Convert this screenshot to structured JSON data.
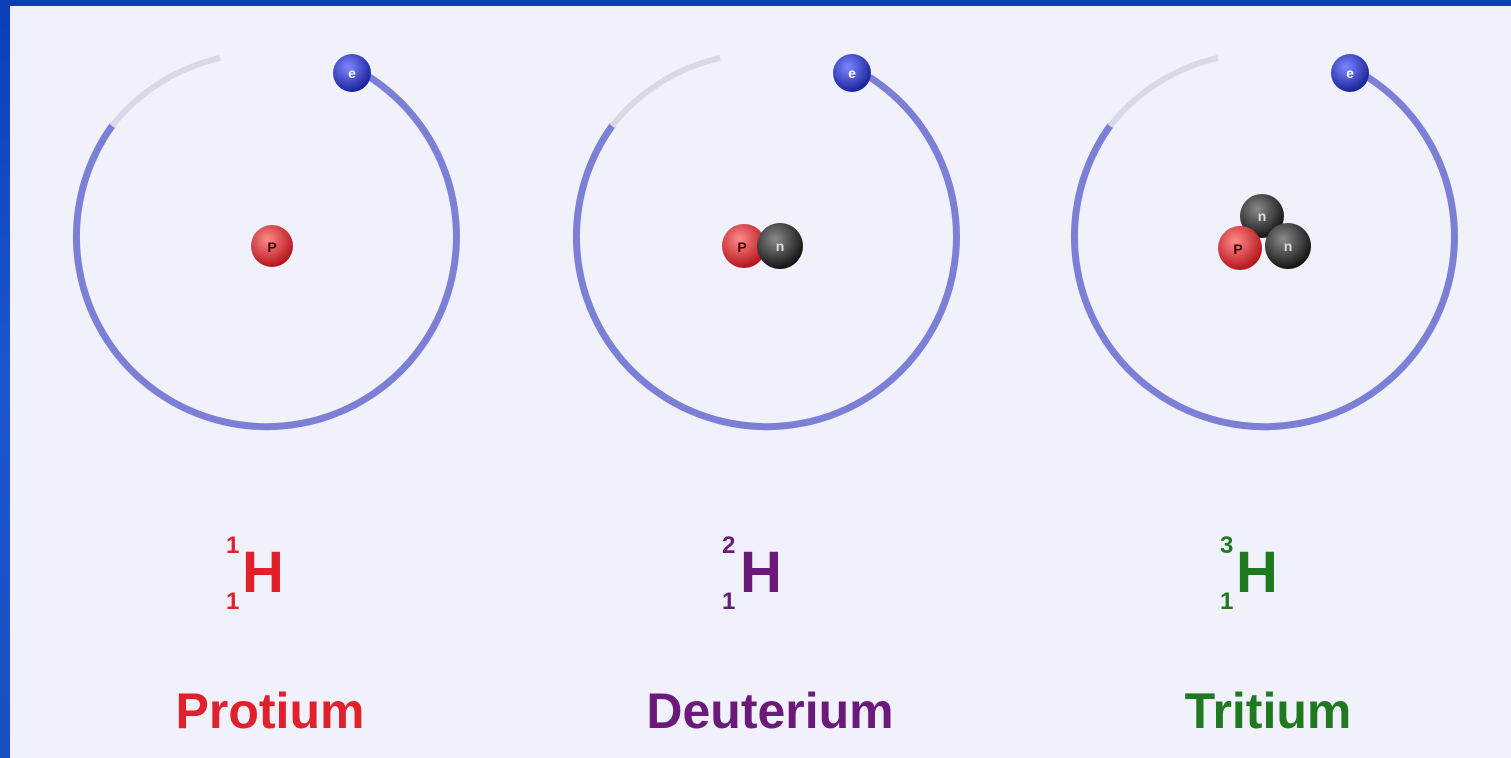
{
  "colors": {
    "protium": "#e0202a",
    "deuterium": "#6b1a7a",
    "tritium": "#1f7a1f",
    "orbit": "#7b7fd6",
    "electron": "#2a35c8",
    "proton": "#d9232b",
    "neutron": "#2f2f2f"
  },
  "particle_labels": {
    "electron": "e",
    "proton": "P",
    "neutron": "n"
  },
  "isotopes": [
    {
      "name": "Protium",
      "symbol": "H",
      "mass_number": "1",
      "atomic_number": "1",
      "protons": 1,
      "neutrons": 0,
      "color": "#e0202a"
    },
    {
      "name": "Deuterium",
      "symbol": "H",
      "mass_number": "2",
      "atomic_number": "1",
      "protons": 1,
      "neutrons": 1,
      "color": "#6b1a7a"
    },
    {
      "name": "Tritium",
      "symbol": "H",
      "mass_number": "3",
      "atomic_number": "1",
      "protons": 1,
      "neutrons": 2,
      "color": "#1f7a1f"
    }
  ]
}
